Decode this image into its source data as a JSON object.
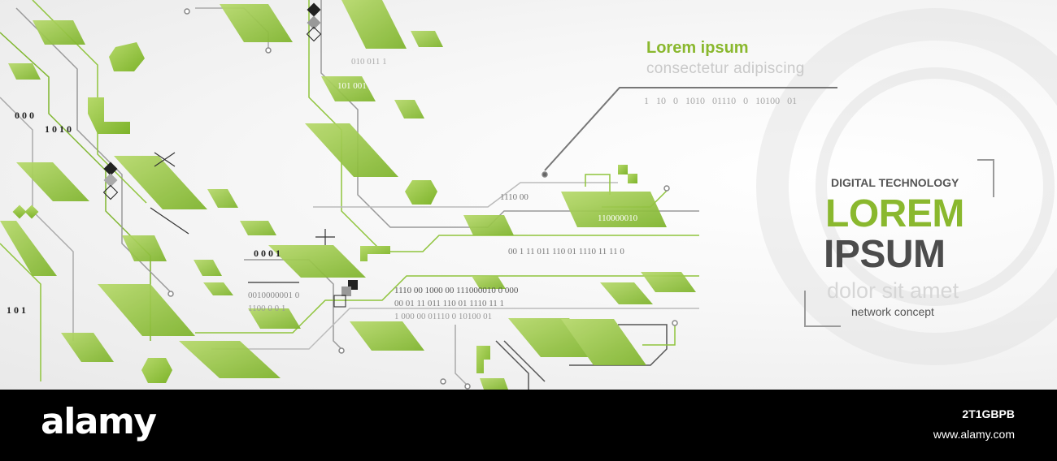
{
  "banner": {
    "header_title": "Lorem ipsum",
    "header_subtitle": "consectetur adipiscing",
    "binary_line": "1 10 0 1010 01110 0 10100 01",
    "kicker": "DIGITAL TECHNOLOGY",
    "headline_1": "LOREM",
    "headline_2": "IPSUM",
    "tagline": "dolor sit amet",
    "subline": "network concept"
  },
  "circuit_labels": {
    "bits_a": "1110 00",
    "bits_b": "110000010",
    "bits_c": "0 0 0 1",
    "bits_d": "00 1 11 011 110 01 1110 11 11 0",
    "bits_e": "1110 00 1000 00 111000010 0 000",
    "bits_f": "00 01 11 011 110 01 1110 11 1",
    "bits_g": "1 000 00 01110 0 10100 01",
    "bits_h": "101 001",
    "bits_i": "010 011 1",
    "bits_j": "0 0 0",
    "bits_k": "1 0 1",
    "bits_l": "1 0 1 0",
    "bits_m": "0010000001 0",
    "bits_n": "1100 0 0 1"
  },
  "colors": {
    "accent_green": "#8ab82e",
    "dark_gray": "#4c4c4c",
    "light_gray": "#d6d6d6",
    "footer_bg": "#000000"
  },
  "footer": {
    "logo": "alamy",
    "image_id": "2T1GBPB",
    "site": "www.alamy.com"
  }
}
